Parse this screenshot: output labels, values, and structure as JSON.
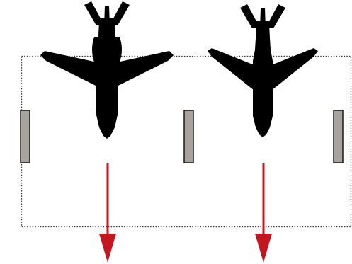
{
  "diagram": {
    "plane_count": 2,
    "plane_left_icon": "jet-aircraft-top-view-icon",
    "plane_right_icon": "jet-aircraft-top-view-icon",
    "post_count": 3,
    "arrow_count": 2,
    "arrow_direction": "down"
  },
  "colors": {
    "plane": "#000000",
    "post_fill": "#a8a39c",
    "post_stroke": "#1a1a1a",
    "arrow": "#c4161c",
    "boundary": "#333333",
    "background": "#ffffff"
  }
}
